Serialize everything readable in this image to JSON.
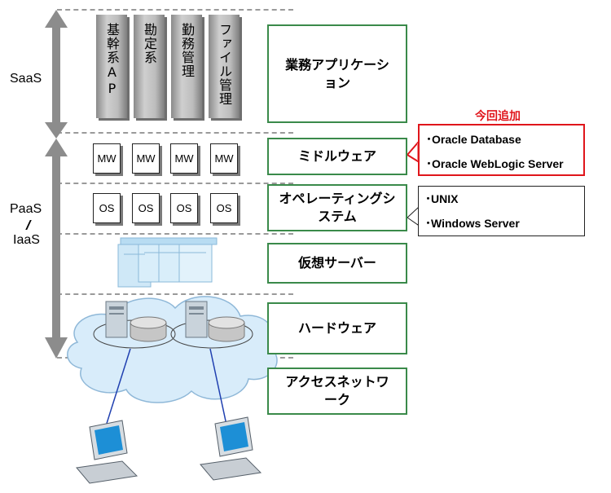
{
  "side_labels": {
    "saas": "SaaS",
    "paas": "PaaS",
    "iaas": "IaaS"
  },
  "apps": [
    "基幹系AP",
    "勘定系",
    "勤務管理",
    "ファイル管理"
  ],
  "mw_label": "MW",
  "os_label": "OS",
  "layers": {
    "business_app": "業務アプリケーション",
    "middleware": "ミドルウェア",
    "os": "オペレーティングシステム",
    "virtual_server": "仮想サーバー",
    "hardware": "ハードウェア",
    "access_network": "アクセスネットワーク"
  },
  "new_label": "今回追加",
  "middleware_items": [
    "･Oracle Database",
    "･Oracle WebLogic Server"
  ],
  "os_items": [
    "･UNIX",
    "･Windows Server"
  ],
  "colors": {
    "green": "#3a8a4a",
    "red": "#e0151b",
    "arrow": "#8c8c8c",
    "cloud_blue": "#cfe6f7"
  },
  "icons": [
    "double-arrow-icon",
    "server-rack-icon",
    "tower-server-icon",
    "disk-icon",
    "cloud-icon",
    "desktop-pc-icon"
  ]
}
